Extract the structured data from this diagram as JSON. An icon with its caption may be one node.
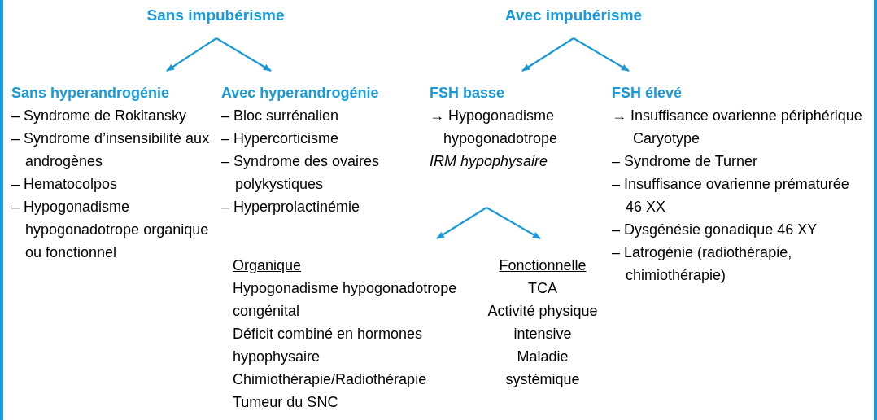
{
  "diagram": {
    "nodes": [
      {
        "text": [
          "Sans impubérisme"
        ]
      },
      {
        "text": [
          "Avec impubérisme"
        ]
      },
      {
        "text": [
          "Sans hyperandrogénie",
          "– Syndrome de Rokitansky",
          "– Syndrome d’insensibilité aux androgènes",
          "– Hematocolpos",
          "– Hypogonadisme hypogonadotrope organique ou fonctionnel"
        ]
      },
      {
        "text": [
          "Avec hyperandrogénie",
          "– Bloc surrénalien",
          "– Hypercorticisme",
          "– Syndrome des ovaires polykystiques",
          "– Hyperprolactinémie"
        ]
      },
      {
        "text": [
          "FSH basse",
          "→ Hypogonadisme hypogonadotrope",
          "*IRM hypophysaire*"
        ]
      },
      {
        "text": [
          "FSH élevé",
          "→ Insuffisance ovarienne périphérique",
          "Caryotype",
          "– Syndrome de Turner",
          "– Insuffisance ovarienne prématurée 46 XX",
          "– Dysgénésie gonadique 46 XY",
          "– Latrogénie (radiothérapie, chimiothérapie)"
        ]
      },
      {
        "text": [
          "Organique",
          "Hypogonadisme hypogonadotrope congénital",
          "Déficit combiné en hormones hypophysaire",
          "Chimiothérapie/Radiothérapie",
          "Tumeur du SNC"
        ]
      },
      {
        "text": [
          "Fonctionnelle",
          "TCA",
          "Activité physique intensive",
          "Maladie systémique"
        ]
      }
    ],
    "edges": [
      {
        "from": 0,
        "to": 2,
        "arrow": "to"
      },
      {
        "from": 0,
        "to": 3,
        "arrow": "to"
      },
      {
        "from": 1,
        "to": 4,
        "arrow": "to"
      },
      {
        "from": 1,
        "to": 5,
        "arrow": "to"
      },
      {
        "from": 4,
        "to": 6,
        "arrow": "to"
      },
      {
        "from": 4,
        "to": 7,
        "arrow": "to"
      }
    ]
  }
}
